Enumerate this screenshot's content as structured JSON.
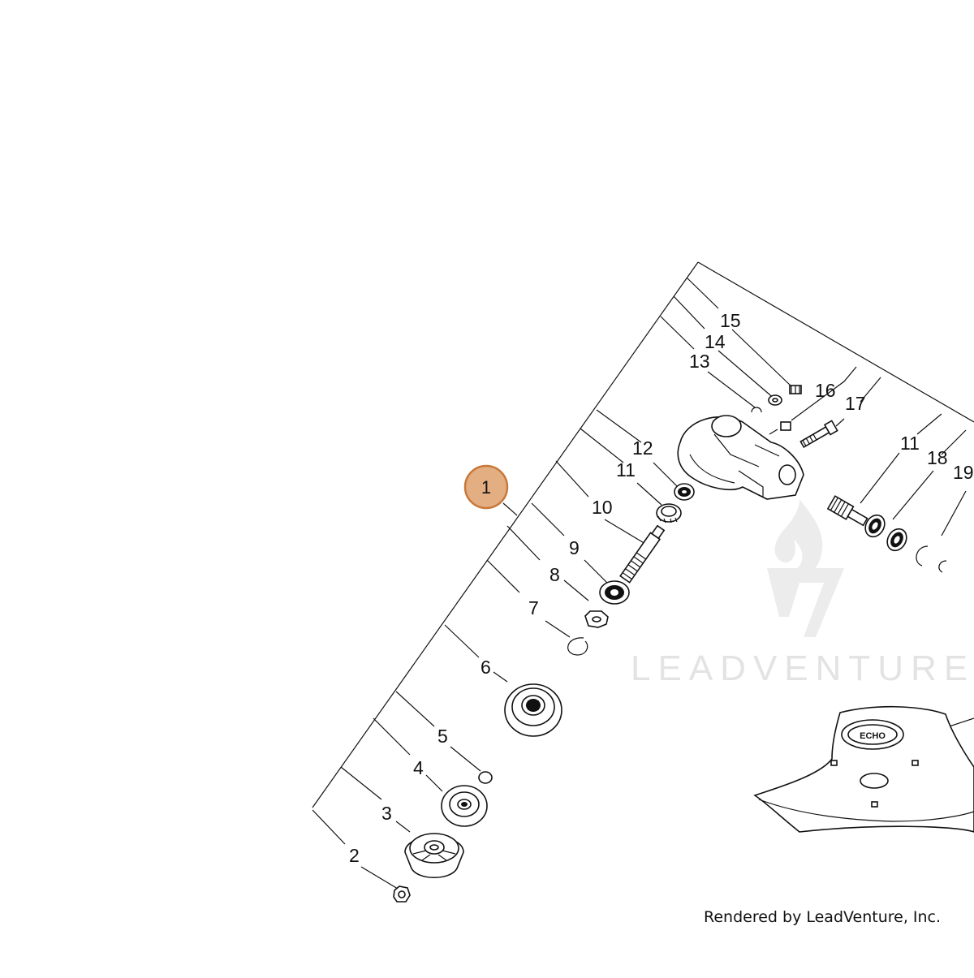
{
  "diagram": {
    "part_labels": [
      "1",
      "2",
      "3",
      "4",
      "5",
      "6",
      "7",
      "8",
      "9",
      "10",
      "11",
      "12",
      "13",
      "14",
      "15",
      "16",
      "17",
      "11",
      "18",
      "19"
    ],
    "highlighted_callout": "1",
    "highlight_color": "#E3AE82",
    "highlight_border": "#C8783A",
    "watermark": "LEADVENTURE",
    "footer": "Rendered by LeadVenture, Inc.",
    "blade_logo_text": "ECHO"
  }
}
